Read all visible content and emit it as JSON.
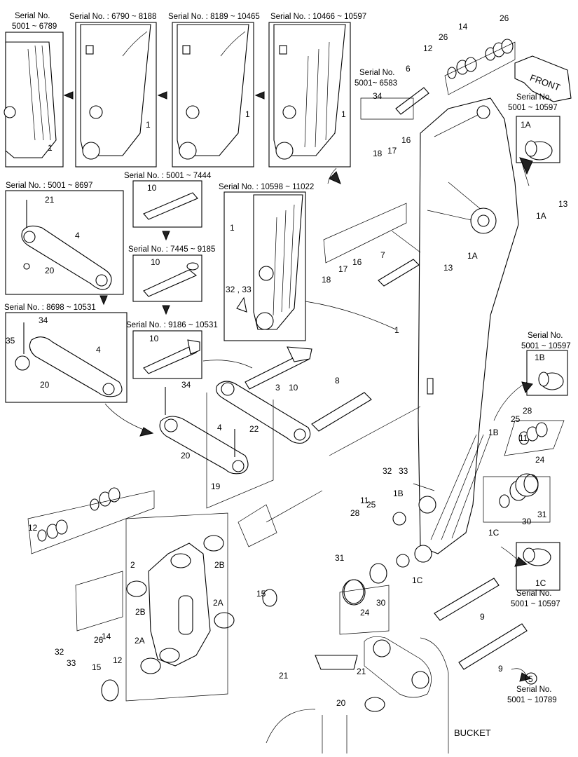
{
  "serials": {
    "s1a": "Serial No.",
    "s1b": "5001 ~ 6789",
    "s2": "Serial No. : 6790 ~ 8188",
    "s3": "Serial No. : 8189 ~ 10465",
    "s4": "Serial No. : 10466 ~ 10597",
    "s5a": "Serial No.",
    "s5b": "5001~ 6583",
    "s6": "Serial No. : 5001 ~ 8697",
    "s7": "Serial No. : 5001 ~ 7444",
    "s8": "Serial No. : 10598 ~ 11022",
    "s9": "Serial No. : 7445 ~ 9185",
    "s10": "Serial No. : 8698 ~ 10531",
    "s11": "Serial No. : 9186 ~ 10531",
    "s12a": "Serial No.",
    "s12b": "5001 ~ 10597",
    "s13a": "Serial No.",
    "s13b": "5001 ~ 10597",
    "s14a": "Serial No.",
    "s14b": "5001 ~ 10597",
    "s15a": "Serial No.",
    "s15b": "5001 ~ 10789"
  },
  "front_label": "FRONT",
  "bucket_label": "BUCKET",
  "circled_ref": "5",
  "callouts": {
    "c1": "1",
    "c2": "2",
    "c3": "3",
    "c4": "4",
    "c5": "4",
    "c6": "4",
    "c7": "6",
    "c8": "7",
    "c9": "8",
    "c10": "9",
    "c11": "9",
    "c12": "10",
    "c13": "10",
    "c14": "10",
    "c15": "10",
    "c16": "11",
    "c17": "11",
    "c18": "12",
    "c19": "13",
    "c20": "13",
    "c21": "14",
    "c22": "15",
    "c23": "15",
    "c24": "16",
    "c25": "16",
    "c26": "17",
    "c27": "17",
    "c28": "18",
    "c29": "18",
    "c30": "19",
    "c31": "20",
    "c32": "20",
    "c33": "20",
    "c34": "20",
    "c35": "21",
    "c36": "21",
    "c37": "21",
    "c38": "22",
    "c39": "24",
    "c40": "24",
    "c41": "25",
    "c42": "25",
    "c43": "26",
    "c44": "26",
    "c45": "28",
    "c46": "28",
    "c47": "30",
    "c48": "30",
    "c49": "31",
    "c50": "31",
    "c51": "32",
    "c52": "33",
    "c53": "34",
    "c54": "34",
    "c55": "34",
    "c56": "35",
    "c57": "1A",
    "c58": "1A",
    "c59": "1A",
    "c60": "1B",
    "c61": "1B",
    "c62": "1B",
    "c63": "1C",
    "c64": "1C",
    "c65": "1C",
    "c66": "2A",
    "c67": "2A",
    "c68": "2B",
    "c69": "2B",
    "c70": "32 , 33",
    "c71": "32",
    "c72": "33",
    "c73": "12",
    "c74": "26",
    "c75": "14",
    "c76": "12"
  }
}
